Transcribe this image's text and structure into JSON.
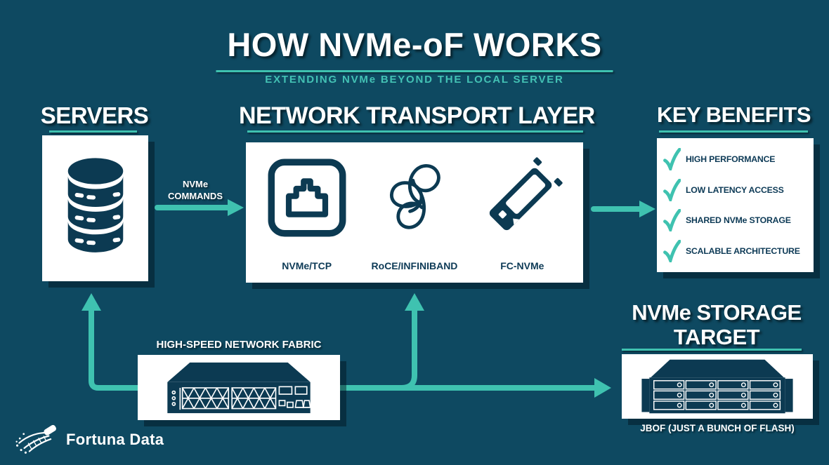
{
  "page": {
    "title": "HOW NVMe-oF WORKS",
    "subtitle": "EXTENDING NVMe BEYOND THE LOCAL SERVER"
  },
  "colors": {
    "background": "#0e4961",
    "accent_teal": "#3fc2b0",
    "icon_navy": "#0c3a52",
    "text_navy": "#0d3a56",
    "white": "#ffffff"
  },
  "servers": {
    "heading": "SERVERS",
    "icon": "database-icon"
  },
  "nvme_commands": {
    "line1": "NVMe",
    "line2": "COMMANDS"
  },
  "transport": {
    "heading": "NETWORK TRANSPORT LAYER",
    "items": [
      {
        "label": "NVMe/TCP",
        "icon": "ethernet-port-icon"
      },
      {
        "label": "RoCE/INFINIBAND",
        "icon": "tangled-loops-icon"
      },
      {
        "label": "FC-NVMe",
        "icon": "m2-ssd-icon"
      }
    ]
  },
  "benefits": {
    "heading": "KEY BENEFITS",
    "check_icon": "checkmark-icon",
    "items": [
      "HIGH PERFORMANCE",
      "LOW LATENCY ACCESS",
      "SHARED NVMe STORAGE",
      "SCALABLE ARCHITECTURE"
    ]
  },
  "fabric": {
    "label": "HIGH-SPEED NETWORK FABRIC",
    "icon": "network-switch-icon"
  },
  "storage": {
    "heading": "NVMe STORAGE TARGET",
    "icon": "storage-rack-icon",
    "caption": "JBOF (JUST A BUNCH OF FLASH)"
  },
  "logo": {
    "text": "Fortuna Data",
    "icon": "comet-icon"
  }
}
